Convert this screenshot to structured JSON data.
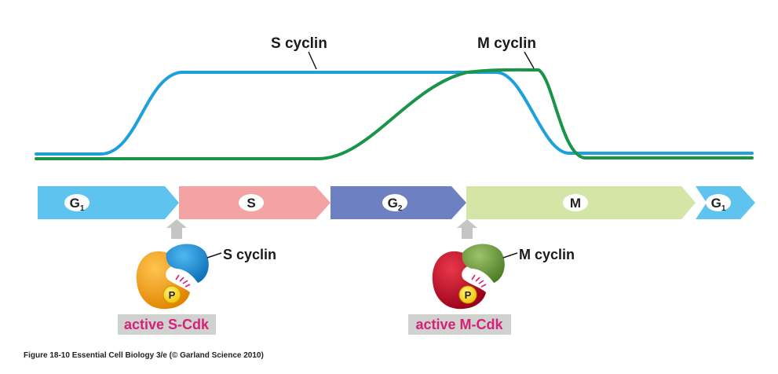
{
  "curves": {
    "s_cyclin_label": "S cyclin",
    "m_cyclin_label": "M cyclin",
    "s_cyclin_color": "#1ea0dc",
    "m_cyclin_color": "#1a9448"
  },
  "phases": [
    {
      "label": "G",
      "sub": "1",
      "color": "#5fc3ef"
    },
    {
      "label": "S",
      "sub": "",
      "color": "#f4a3a5"
    },
    {
      "label": "G",
      "sub": "2",
      "color": "#6d80c2"
    },
    {
      "label": "M",
      "sub": "",
      "color": "#d3e6a6"
    },
    {
      "label": "G",
      "sub": "1",
      "color": "#5fc3ef"
    }
  ],
  "s_cdk": {
    "cyclin_label": "S cyclin",
    "complex_label": "active S-Cdk",
    "phospho": "P",
    "cdk_color": "#f0940e",
    "cyclin_color": "#1a8fd6"
  },
  "m_cdk": {
    "cyclin_label": "M cyclin",
    "complex_label": "active M-Cdk",
    "phospho": "P",
    "cdk_color": "#c8102e",
    "cyclin_color": "#6a9a3a"
  },
  "caption": "Figure 18-10  Essential Cell Biology 3/e (© Garland Science 2010)"
}
